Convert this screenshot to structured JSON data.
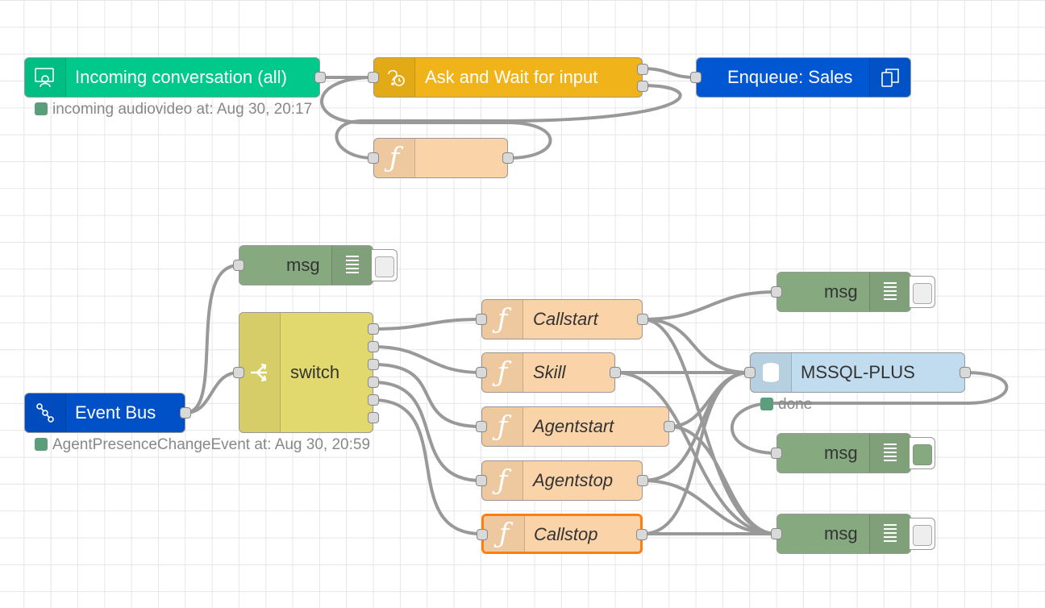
{
  "flow1": {
    "incoming": {
      "label": "Incoming conversation (all)",
      "status": "incoming audiovideo at: Aug 30, 20:17"
    },
    "ask": {
      "label": "Ask and Wait for input"
    },
    "enqueue": {
      "label": "Enqueue: Sales"
    },
    "function": {
      "label": ""
    }
  },
  "flow2": {
    "eventbus": {
      "label": "Event Bus",
      "status": "AgentPresenceChangeEvent at: Aug 30, 20:59"
    },
    "switch": {
      "label": "switch"
    },
    "debug_top": {
      "label": "msg"
    },
    "callstart": {
      "label": "Callstart"
    },
    "skill": {
      "label": "Skill"
    },
    "agentstart": {
      "label": "Agentstart"
    },
    "agentstop": {
      "label": "Agentstop"
    },
    "callstop": {
      "label": "Callstop"
    },
    "mssql": {
      "label": "MSSQL-PLUS",
      "status": "done"
    },
    "debug_1": {
      "label": "msg"
    },
    "debug_2": {
      "label": "msg"
    },
    "debug_3": {
      "label": "msg"
    }
  },
  "colors": {
    "incoming": "#00c98b",
    "ask": "#f0b41a",
    "enqueue": "#0057d1",
    "function": "#fbd3a8",
    "debug": "#87a980",
    "switch": "#e2d96e",
    "eventbus": "#0050c8",
    "mssql": "#c0dcee",
    "selected_border": "#ff7f0e",
    "wire": "#999999",
    "status_ok": "#5a9e7c"
  },
  "icons": {
    "incoming": "conversation-icon",
    "ask": "question-clock-icon",
    "enqueue": "queue-icon",
    "function": "function-icon",
    "debug": "debug-list-icon",
    "switch": "switch-icon",
    "eventbus": "event-bus-icon",
    "mssql": "database-icon"
  }
}
